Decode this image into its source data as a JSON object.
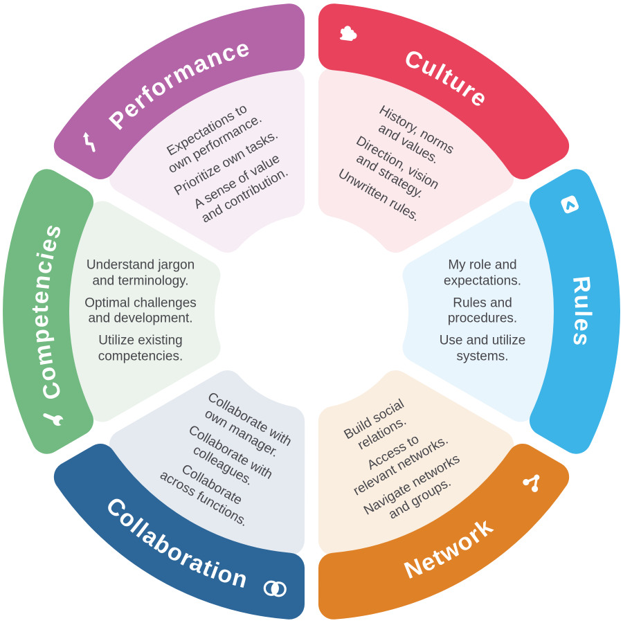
{
  "wheel": {
    "background": "#ffffff",
    "text_color": "#46464b",
    "title_color": "#ffffff",
    "segments": [
      {
        "id": "performance",
        "label": "Performance",
        "icon": "trend-up-arrow-icon",
        "band_color": "#b365a7",
        "tint_color": "#f7eef5",
        "bullets": [
          "Expectations to\nown performance.",
          "Prioritize own tasks.",
          "A sense of value\nand contribution."
        ]
      },
      {
        "id": "culture",
        "label": "Culture",
        "icon": "puzzle-icon",
        "band_color": "#e8425c",
        "tint_color": "#fbe9ec",
        "bullets": [
          "History, norms\nand values.",
          "Direction, vision\nand strategy.",
          "Unwritten rules."
        ]
      },
      {
        "id": "rules",
        "label": "Rules",
        "icon": "checkbox-arrow-icon",
        "band_color": "#3cb4e7",
        "tint_color": "#e9f5fc",
        "bullets": [
          "My role and\nexpectations.",
          "Rules and\nprocedures.",
          "Use and utilize\nsystems."
        ]
      },
      {
        "id": "network",
        "label": "Network",
        "icon": "share-nodes-icon",
        "band_color": "#df8127",
        "tint_color": "#faeee1",
        "bullets": [
          "Build social\nrelations.",
          "Access to\nrelevant networks.",
          "Navigate networks\nand groups."
        ]
      },
      {
        "id": "collaboration",
        "label": "Collaboration",
        "icon": "overlapping-circles-icon",
        "band_color": "#2d6698",
        "tint_color": "#e5eaf1",
        "bullets": [
          "Collaborate with\nown manager.",
          "Collaborate with\ncolleagues.",
          "Collaborate\nacross functions."
        ]
      },
      {
        "id": "competencies",
        "label": "Competencies",
        "icon": "wrench-icon",
        "band_color": "#72ba81",
        "tint_color": "#ebf3ec",
        "bullets": [
          "Understand jargon\nand terminology.",
          "Optimal challenges\nand development.",
          "Utilize existing\ncompetencies."
        ]
      }
    ]
  }
}
